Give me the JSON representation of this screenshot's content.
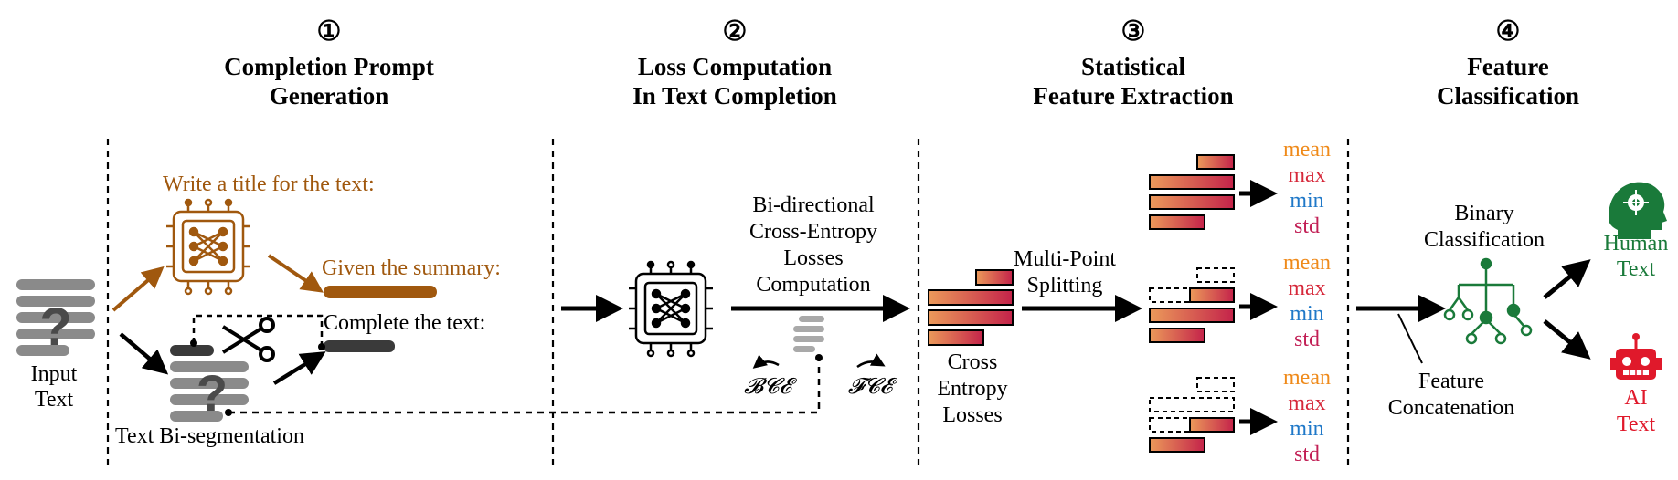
{
  "stages": [
    {
      "num": "①",
      "title_1": "Completion Prompt",
      "title_2": "Generation"
    },
    {
      "num": "②",
      "title_1": "Loss Computation",
      "title_2": "In Text Completion"
    },
    {
      "num": "③",
      "title_1": "Statistical",
      "title_2": "Feature Extraction"
    },
    {
      "num": "④",
      "title_1": "Feature",
      "title_2": "Classification"
    }
  ],
  "labels": {
    "input_text_1": "Input",
    "input_text_2": "Text",
    "prompt_title": "Write a title for the text:",
    "prompt_summary": "Given the summary:",
    "prompt_complete": "Complete the text:",
    "text_bisegmentation": "Text Bi-segmentation",
    "bidirectional_1": "Bi-directional",
    "bidirectional_2": "Cross-Entropy",
    "bidirectional_3": "Losses",
    "bidirectional_4": "Computation",
    "bce": "𝓑𝓒𝓔",
    "fce": "𝓕𝓒𝓔",
    "cross_entropy_1": "Cross",
    "cross_entropy_2": "Entropy",
    "cross_entropy_3": "Losses",
    "multipoint_1": "Multi-Point",
    "multipoint_2": "Splitting",
    "binary_1": "Binary",
    "binary_2": "Classification",
    "feature_concat_1": "Feature",
    "feature_concat_2": "Concatenation",
    "human_1": "Human",
    "human_2": "Text",
    "ai_1": "AI",
    "ai_2": "Text"
  },
  "stats": [
    {
      "mean": "mean",
      "max": "max",
      "min": "min",
      "std": "std"
    },
    {
      "mean": "mean",
      "max": "max",
      "min": "min",
      "std": "std"
    },
    {
      "mean": "mean",
      "max": "max",
      "min": "min",
      "std": "std"
    }
  ],
  "colors": {
    "prompt_brown": "#a0580e",
    "mean": "#ef8a1a",
    "max": "#d6283a",
    "min": "#1f78c8",
    "std": "#c21f55",
    "human": "#1a7a3a",
    "ai": "#e0192b",
    "gray_text": "#8a8a8a",
    "dark_bar": "#3a3a3a",
    "bar_left": "#e8935a",
    "bar_right": "#c7274a"
  },
  "icons": [
    "neural-chip-icon",
    "scissors-icon",
    "question-text-icon",
    "decision-tree-icon",
    "human-head-icon",
    "robot-icon"
  ]
}
